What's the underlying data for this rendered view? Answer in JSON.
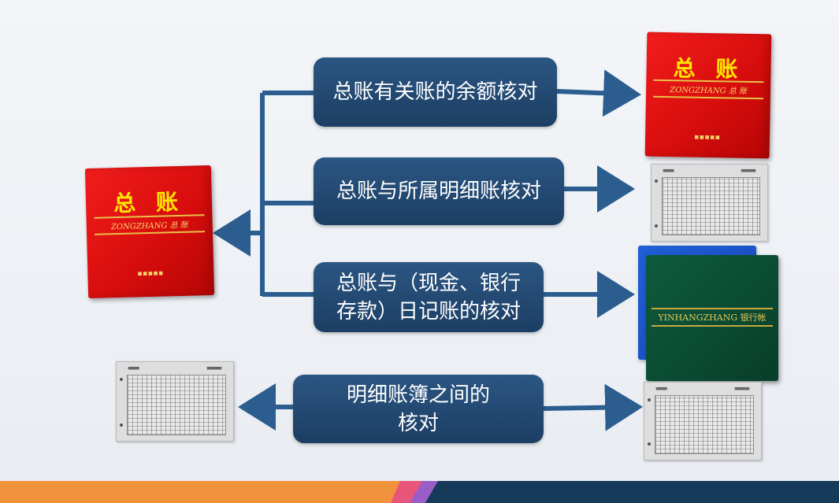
{
  "colors": {
    "box_fill": "#234a75",
    "connector": "#2b5d8f",
    "ledger_red": "#e01414",
    "ledger_title": "#ffe600",
    "bank_green": "#0c4f36",
    "bank_blue": "#1f5fd6",
    "footer_orange": "#f0913b",
    "footer_navy": "#163a5a"
  },
  "boxes": {
    "general_balance": {
      "lines": [
        "总账有关账的余额核对"
      ]
    },
    "general_detail": {
      "lines": [
        "总账与所属明细账核对"
      ]
    },
    "general_journal": {
      "lines": [
        "总账与（现金、银行",
        "存款）日记账的核对"
      ]
    },
    "detail_between": {
      "lines": [
        "明细账簿之间的",
        "核对"
      ]
    }
  },
  "images": {
    "general_ledger_left": {
      "title": "总 账",
      "subtitle": "ZONGZHANG 总 账"
    },
    "general_ledger_right": {
      "title": "总 账",
      "subtitle": "ZONGZHANG 总 账"
    },
    "bank_journal": {
      "subtitle": "YINHANGZHANG 银行帐"
    },
    "detail_sheet": {
      "icon": "ledger-sheet-icon"
    }
  }
}
